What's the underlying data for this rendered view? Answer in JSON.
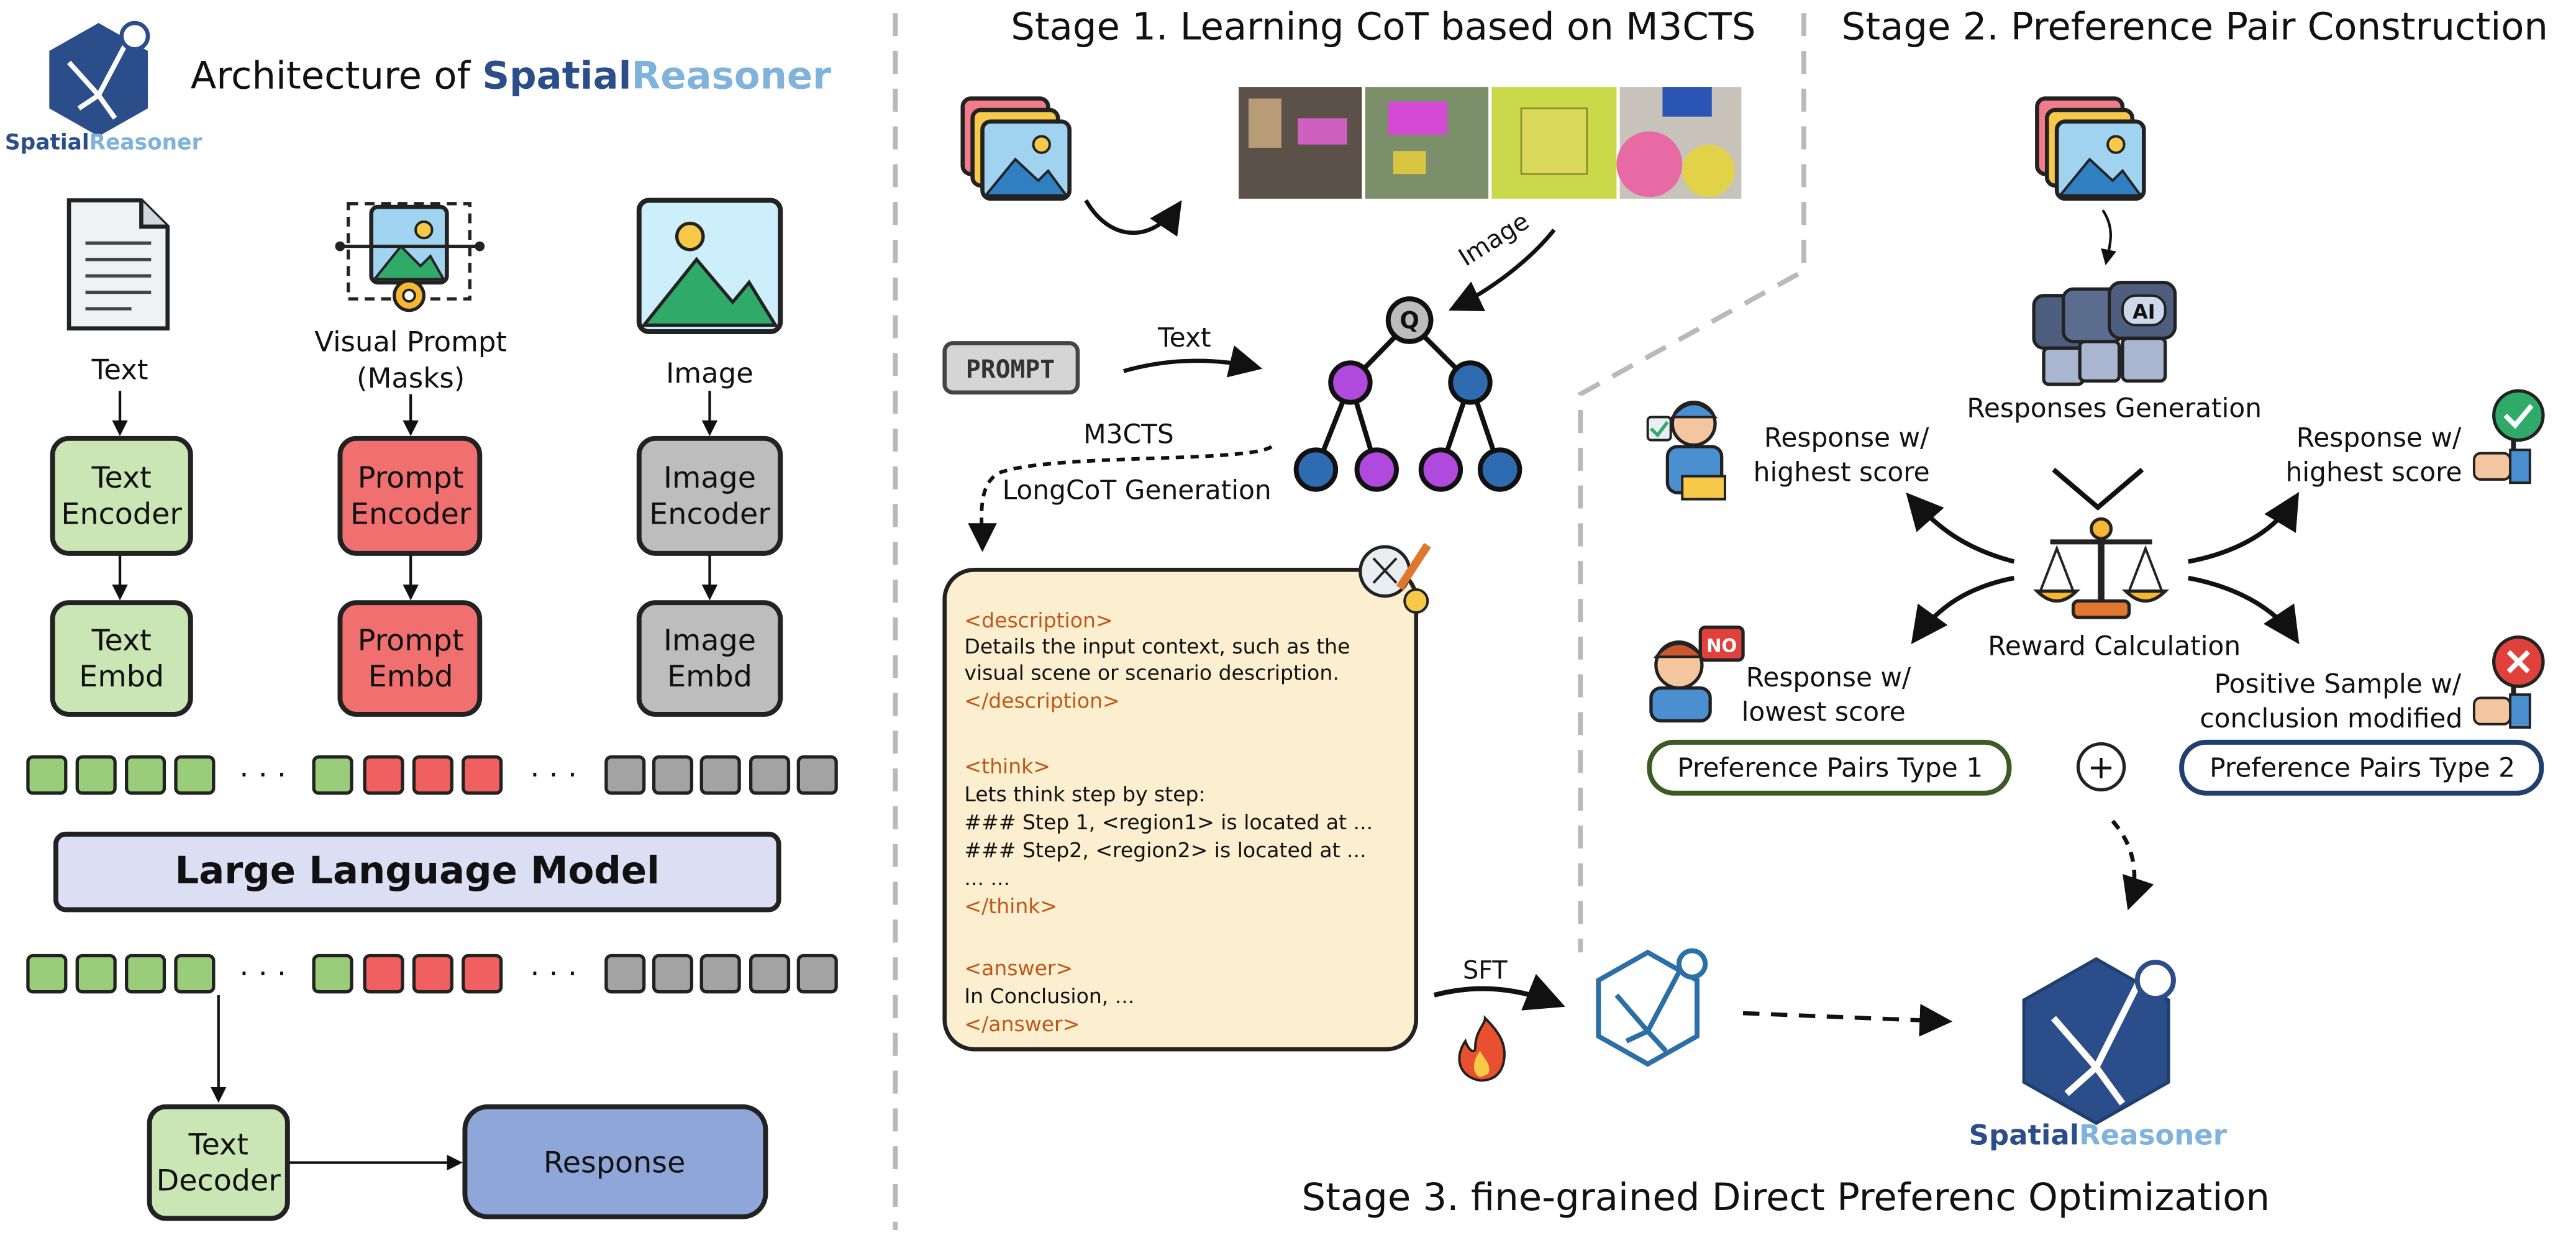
{
  "architecture": {
    "logo_text_a": "Spatial",
    "logo_text_b": "Reasoner",
    "title_prefix": "Architecture of ",
    "title_a": "Spatial",
    "title_b": "Reasoner",
    "input_text": "Text",
    "input_prompt_1": "Visual Prompt",
    "input_prompt_2": "(Masks)",
    "input_image": "Image",
    "text_encoder_1": "Text",
    "text_encoder_2": "Encoder",
    "prompt_encoder_1": "Prompt",
    "prompt_encoder_2": "Encoder",
    "image_encoder_1": "Image",
    "image_encoder_2": "Encoder",
    "text_embd_1": "Text",
    "text_embd_2": "Embd",
    "prompt_embd_1": "Prompt",
    "prompt_embd_2": "Embd",
    "image_embd_1": "Image",
    "image_embd_2": "Embd",
    "ellipsis": "· · ·",
    "llm": "Large Language Model",
    "text_decoder_1": "Text",
    "text_decoder_2": "Decoder",
    "response": "Response"
  },
  "stage1": {
    "title": "Stage 1. Learning CoT based on M3CTS",
    "image_label": "Image",
    "prompt_label": "PROMPT",
    "text_label": "Text",
    "q_label": "Q",
    "m3cts": "M3CTS",
    "longcot": "LongCoT Generation",
    "sft": "SFT",
    "cot": {
      "desc_open": "<description>",
      "desc_1": "Details the input context, such as the",
      "desc_2": "visual scene or scenario description.",
      "desc_close": "</description>",
      "think_open": "<think>",
      "think_1": "Lets think step by step:",
      "think_2": "### Step 1, <region1> is located at ...",
      "think_3": "### Step2, <region2> is located at ...",
      "think_4": "... ...",
      "think_close": "</think>",
      "answer_open": "<answer>",
      "answer_1": "In Conclusion, ...",
      "answer_close": "</answer>"
    }
  },
  "stage2": {
    "title": "Stage 2. Preference Pair Construction",
    "responses_generation": "Responses Generation",
    "ai_label": "AI",
    "reward_calc": "Reward Calculation",
    "left_high_1": "Response w/",
    "left_high_2": "highest score",
    "left_low_1": "Response w/",
    "left_low_2": "lowest score",
    "no_label": "NO",
    "right_high_1": "Response w/",
    "right_high_2": "highest score",
    "right_pos_1": "Positive Sample w/",
    "right_pos_2": "conclusion modified",
    "pair1": "Preference Pairs Type 1",
    "pair2": "Preference Pairs Type 2",
    "plus": "+"
  },
  "stage3": {
    "title": "Stage 3. fine-grained Direct Preferenc Optimization",
    "logo_text_a": "Spatial",
    "logo_text_b": "Reasoner"
  },
  "colors": {
    "green_fill": "#c9e6b4",
    "red_fill": "#f07070",
    "gray_fill": "#bdbdbd",
    "blue_fill": "#8fa6d8",
    "llm_fill": "#dcdff3",
    "cot_fill": "#fcefcf",
    "pair1_border": "#3d5a22",
    "pair2_border": "#1f3f6e",
    "brand_dark": "#2b4d8a",
    "brand_light": "#7fb3dc"
  }
}
